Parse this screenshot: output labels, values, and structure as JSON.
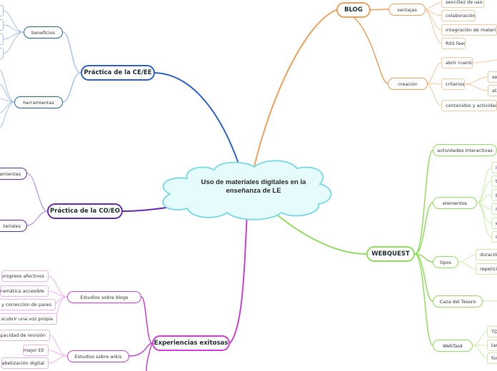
{
  "central": {
    "title": "Uso de materiales digitales en la enseñanza de LE"
  },
  "branches": {
    "blog": "BLOG",
    "webquest": "WEBQUEST",
    "practica_ce_ee": "Práctica de la CE/EE",
    "practica_co_eo": "Práctica de la CO/EO",
    "experiencias": "Experiencias exitosas"
  },
  "blog": {
    "ventajas": "ventajas",
    "ventajas_items": [
      "sencillez de uso",
      "colaboración",
      "integración de materiales",
      "RSS feed"
    ],
    "creacion": "creación",
    "abrir_cuenta": "abrir cuenta",
    "criterios": "criterios",
    "criterios_items": [
      "sen",
      "atr"
    ],
    "contenidos": "contenidos y actividades"
  },
  "webquest": {
    "actividades": "actividades interactivas",
    "elementos": "elementos",
    "elementos_items": [
      "in",
      "ta",
      "p",
      "re",
      "e",
      "c"
    ],
    "tipos": "tipos",
    "tipos_items": [
      "duración",
      "repetición"
    ],
    "caza": "Caza  del Tesoro",
    "webtask": "WebTask",
    "webtask_items": [
      "TD",
      "tar",
      "for"
    ]
  },
  "ce_ee": {
    "beneficios": "beneficios",
    "herramientas": "herramientas"
  },
  "co_eo": {
    "herramientas": "ramientas",
    "materiales": "teriales"
  },
  "experiencias": {
    "estudios_blogs": "Estudios sobre blogs",
    "blogs_items": [
      "progreso afectivos",
      "gramática accesible",
      "n y corrección de pares",
      "scubrir una voz propia"
    ],
    "estudios_wikis": "Estudios sobre wikis",
    "wikis_items": [
      "capacidad de revisión",
      "mejor EE",
      "alfabetización digital"
    ]
  },
  "colors": {
    "blog": "#f2a05a",
    "webquest": "#8fe05a",
    "ce_ee": "#2b63d6",
    "co_eo": "#6a2ab8",
    "experiencias": "#d040d8",
    "central_fill": "#e6fbfb",
    "central_stroke": "#7fdce4"
  }
}
